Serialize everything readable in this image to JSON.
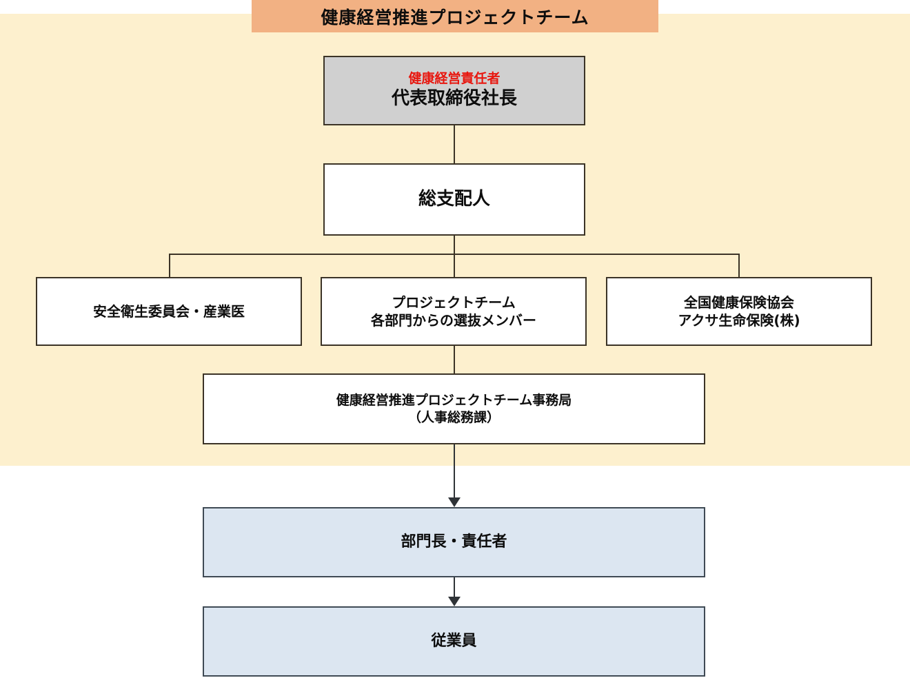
{
  "diagram": {
    "title": "健康経営推進プロジェクトチーム",
    "colors": {
      "banner_bg": "#f2b183",
      "band_bg": "#fdf0ce",
      "gray_node_bg": "#d0d0d0",
      "white_node_bg": "#ffffff",
      "blue_node_bg": "#dce6f1",
      "node_border": "#3b3326",
      "blue_node_border": "#3f4a54",
      "accent_text": "#e8170f",
      "body_text": "#0d0d0d"
    },
    "nodes": {
      "ceo": {
        "role_label": "健康経営責任者",
        "title": "代表取締役社長"
      },
      "general_manager": {
        "title": "総支配人"
      },
      "safety_committee": {
        "title": "安全衛生委員会・産業医"
      },
      "project_team": {
        "line1": "プロジェクトチーム",
        "line2": "各部門からの選抜メンバー"
      },
      "insurance": {
        "line1": "全国健康保険協会",
        "line2": "アクサ生命保険(株)"
      },
      "secretariat": {
        "line1": "健康経営推進プロジェクトチーム事務局",
        "line2": "（人事総務課）"
      },
      "department_heads": {
        "title": "部門長・責任者"
      },
      "employees": {
        "title": "従業員"
      }
    }
  }
}
